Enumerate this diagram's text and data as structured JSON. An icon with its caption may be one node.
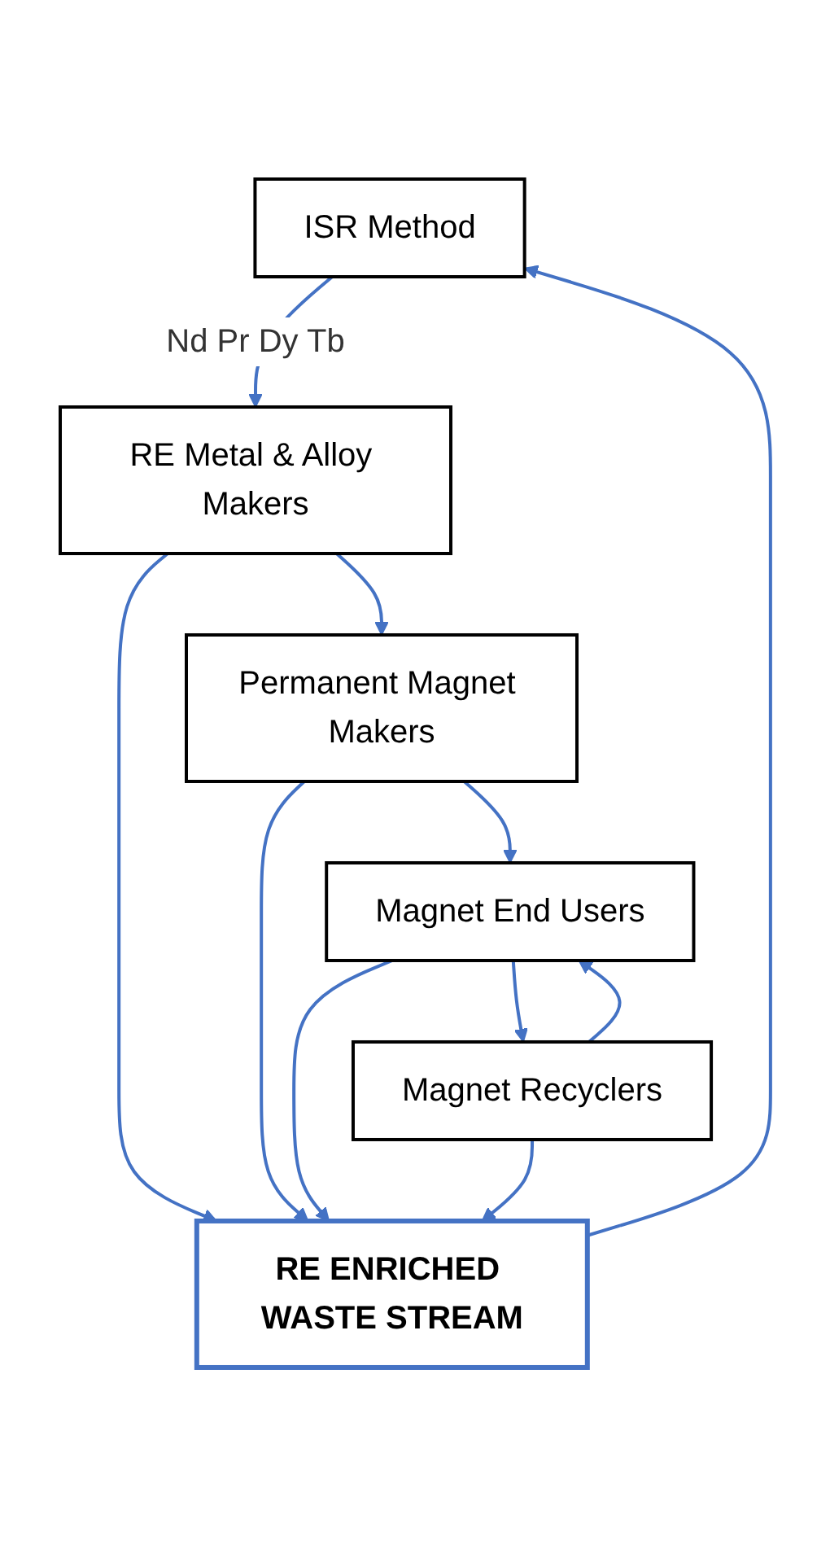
{
  "diagram": {
    "nodes": [
      {
        "text": [
          "ISR Method"
        ]
      },
      {
        "text": [
          "RE Metal & Alloy Makers"
        ]
      },
      {
        "text": [
          "Permanent Magnet Makers"
        ]
      },
      {
        "text": [
          "Magnet End Users"
        ]
      },
      {
        "text": [
          "Magnet Recyclers"
        ]
      },
      {
        "text": [
          "RE ENRICHED WASTE STREAM"
        ]
      }
    ],
    "edges": [
      {
        "from": 0,
        "to": 1,
        "arrow": "to",
        "label": "Nd Pr Dy Tb"
      },
      {
        "from": 1,
        "to": 2,
        "arrow": "to"
      },
      {
        "from": 2,
        "to": 3,
        "arrow": "to"
      },
      {
        "from": 3,
        "to": 4,
        "arrow": "to"
      },
      {
        "from": 4,
        "to": 3,
        "arrow": "to"
      },
      {
        "from": 1,
        "to": 5,
        "arrow": "to"
      },
      {
        "from": 2,
        "to": 5,
        "arrow": "to"
      },
      {
        "from": 3,
        "to": 5,
        "arrow": "to"
      },
      {
        "from": 4,
        "to": 5,
        "arrow": "to"
      },
      {
        "from": 5,
        "to": 0,
        "arrow": "to"
      }
    ]
  }
}
